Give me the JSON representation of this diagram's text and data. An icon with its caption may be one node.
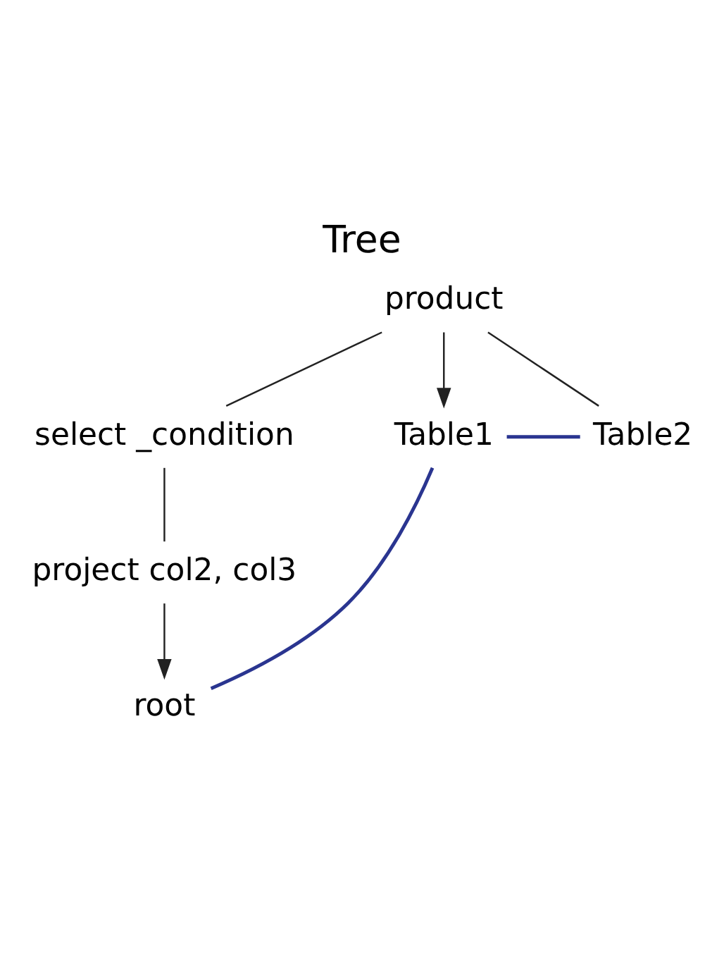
{
  "diagram": {
    "title": "Tree",
    "nodes": [
      {
        "text": [
          "root"
        ]
      },
      {
        "text": [
          "project col2, col3"
        ]
      },
      {
        "text": [
          "select _condition"
        ]
      },
      {
        "text": [
          "product"
        ]
      },
      {
        "text": [
          "Table1"
        ]
      },
      {
        "text": [
          "Table2"
        ]
      }
    ],
    "edges": [
      {
        "from": 1,
        "to": 0,
        "arrow": "to"
      },
      {
        "from": 2,
        "to": 1,
        "arrow": "none"
      },
      {
        "from": 3,
        "to": 2,
        "arrow": "none"
      },
      {
        "from": 3,
        "to": 4,
        "arrow": "to"
      },
      {
        "from": 3,
        "to": 5,
        "arrow": "none"
      },
      {
        "from": 0,
        "to": 4,
        "arrow": "none",
        "color": "#2a3590"
      },
      {
        "from": 4,
        "to": 5,
        "arrow": "none",
        "color": "#2a3590"
      }
    ]
  }
}
